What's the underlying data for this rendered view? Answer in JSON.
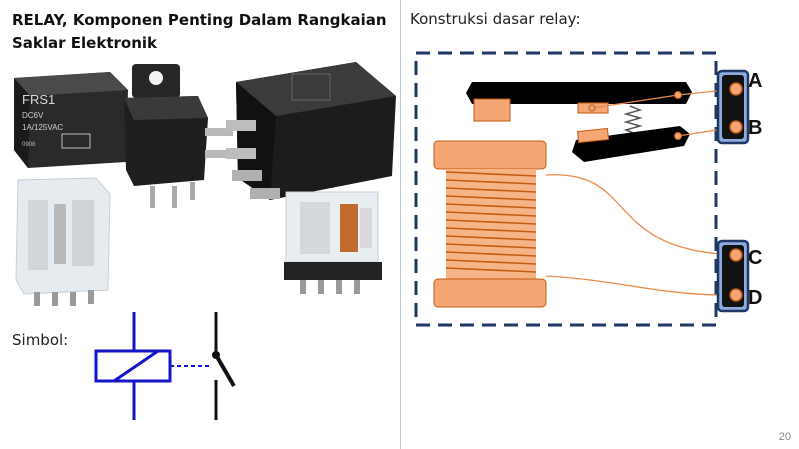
{
  "slide": {
    "title": "RELAY, Komponen Penting Dalam Rangkaian Saklar Elektronik",
    "subtitle": "Konstruksi dasar relay:",
    "symbol_label": "Simbol:",
    "page_number": "20"
  },
  "relay_photos": {
    "frs1": {
      "line1": "FRS1",
      "line2": "DC6V",
      "line3": "1A/125VAC",
      "line4": "0908"
    }
  },
  "diagram": {
    "terminals": [
      "A",
      "B",
      "C",
      "D"
    ]
  },
  "colors": {
    "orange": "#f4a774",
    "orange_dark": "#c55a11",
    "navy": "#1f3864",
    "terminal_fill": "#8faadc",
    "symbol_blue": "#1515c8"
  }
}
